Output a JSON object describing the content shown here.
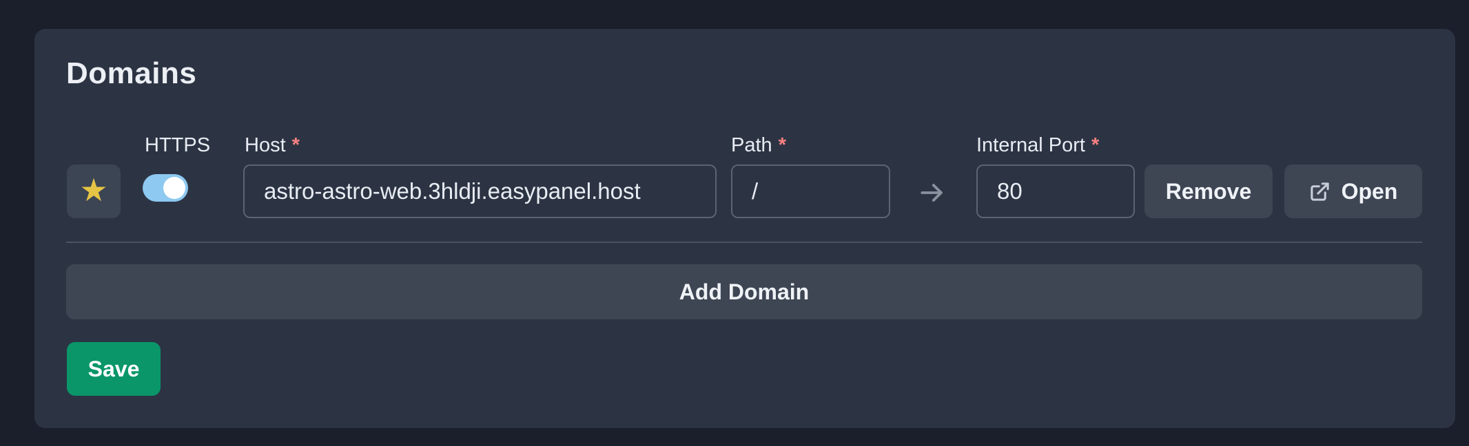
{
  "colors": {
    "page_bg": "#1A1F2B",
    "card_bg": "#2C3444",
    "button_bg": "#3E4654",
    "input_border": "#5A6473",
    "divider": "#4A5362",
    "text": "#E9EDF3",
    "required_marker_color": "#FC8181",
    "toggle_track": "#8EC9F1",
    "star": "#E5C445",
    "save_green": "#0A9669",
    "arrow": "#8A92A0"
  },
  "card": {
    "title": "Domains"
  },
  "row": {
    "favorite": {
      "icon": "star-icon",
      "glyph": "★"
    },
    "https": {
      "label": "HTTPS",
      "state": "on"
    },
    "host": {
      "label": "Host",
      "required": "*",
      "value": "astro-astro-web.3hldji.easypanel.host"
    },
    "path": {
      "label": "Path",
      "required": "*",
      "value": "/"
    },
    "port": {
      "label": "Internal Port",
      "required": "*",
      "value": "80"
    },
    "remove_button": "Remove",
    "open_button": "Open"
  },
  "actions": {
    "add_domain": "Add Domain",
    "save": "Save"
  }
}
